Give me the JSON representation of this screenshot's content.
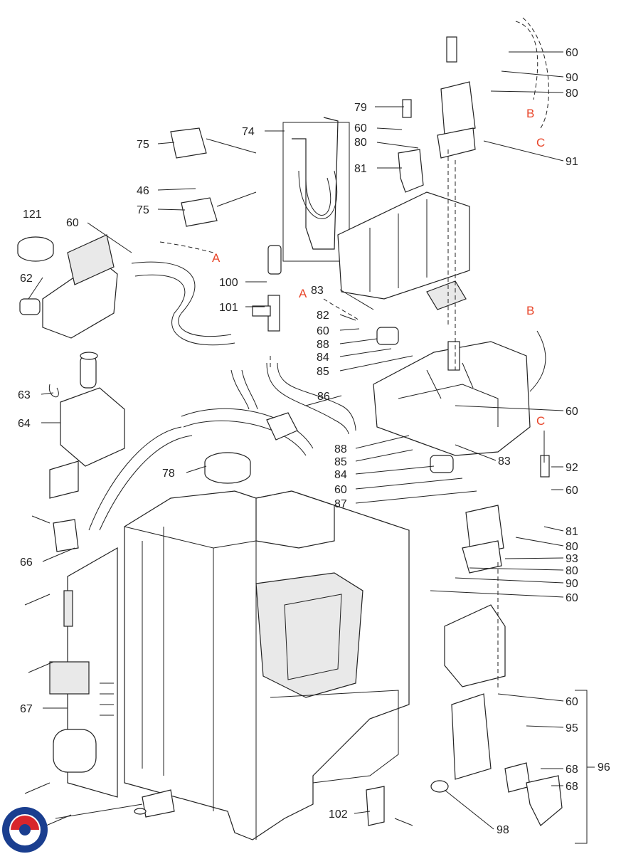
{
  "labels": [
    "60",
    "90",
    "80",
    "79",
    "60",
    "80",
    "81",
    "74",
    "75",
    "46",
    "75",
    "91",
    "121",
    "60",
    "62",
    "100",
    "101",
    "83",
    "82",
    "60",
    "88",
    "84",
    "85",
    "86",
    "63",
    "64",
    "60",
    "88",
    "85",
    "84",
    "83",
    "60",
    "87",
    "78",
    "92",
    "60",
    "81",
    "80",
    "93",
    "80",
    "90",
    "60",
    "66",
    "67",
    "60",
    "95",
    "68",
    "68",
    "96",
    "102",
    "98"
  ],
  "connectors": [
    "A",
    "A",
    "B",
    "B",
    "C",
    "C"
  ],
  "colors": {
    "line": "#222222",
    "connector": "#e8462a",
    "logo_red": "#d8262c",
    "logo_blue": "#1a3e8f"
  }
}
